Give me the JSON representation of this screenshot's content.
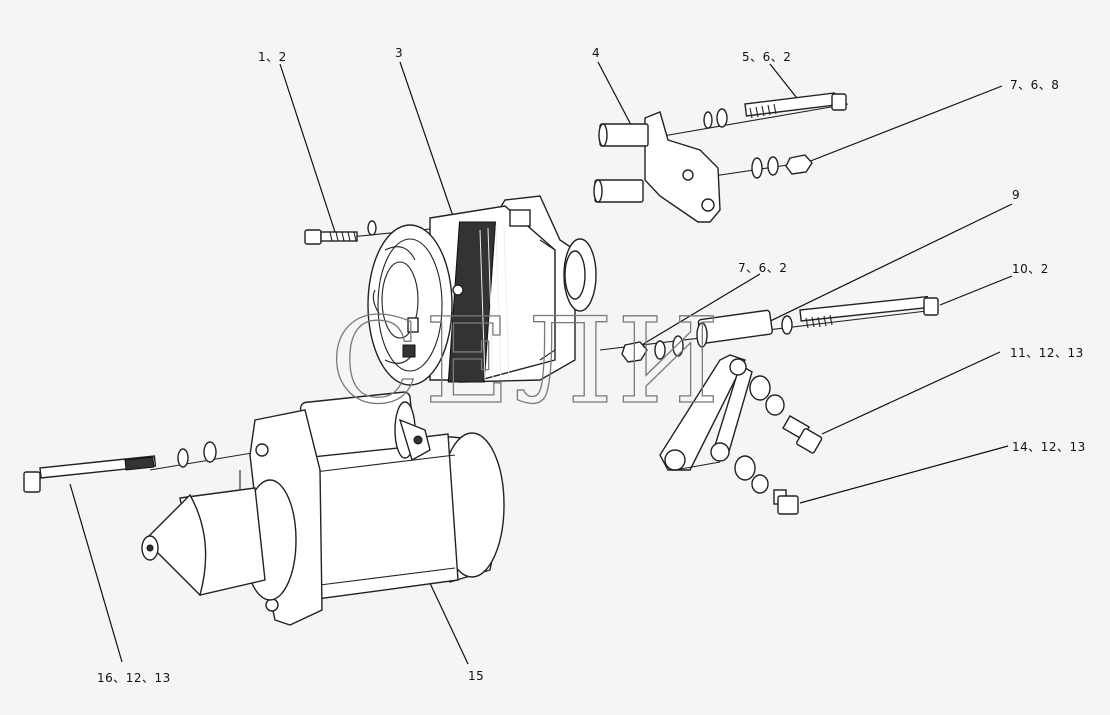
{
  "watermark": "СЕЛИ",
  "callouts": [
    {
      "id": "c1",
      "label": "1、2"
    },
    {
      "id": "c2",
      "label": "3"
    },
    {
      "id": "c3",
      "label": "4"
    },
    {
      "id": "c4",
      "label": "5、6、2"
    },
    {
      "id": "c5",
      "label": "7、6、8"
    },
    {
      "id": "c6",
      "label": "9"
    },
    {
      "id": "c7",
      "label": "7、6、2"
    },
    {
      "id": "c8",
      "label": "10、2"
    },
    {
      "id": "c9",
      "label": "11、12、13"
    },
    {
      "id": "c10",
      "label": "14、12、13"
    },
    {
      "id": "c11",
      "label": "16、12、13"
    },
    {
      "id": "c12",
      "label": "15"
    }
  ]
}
